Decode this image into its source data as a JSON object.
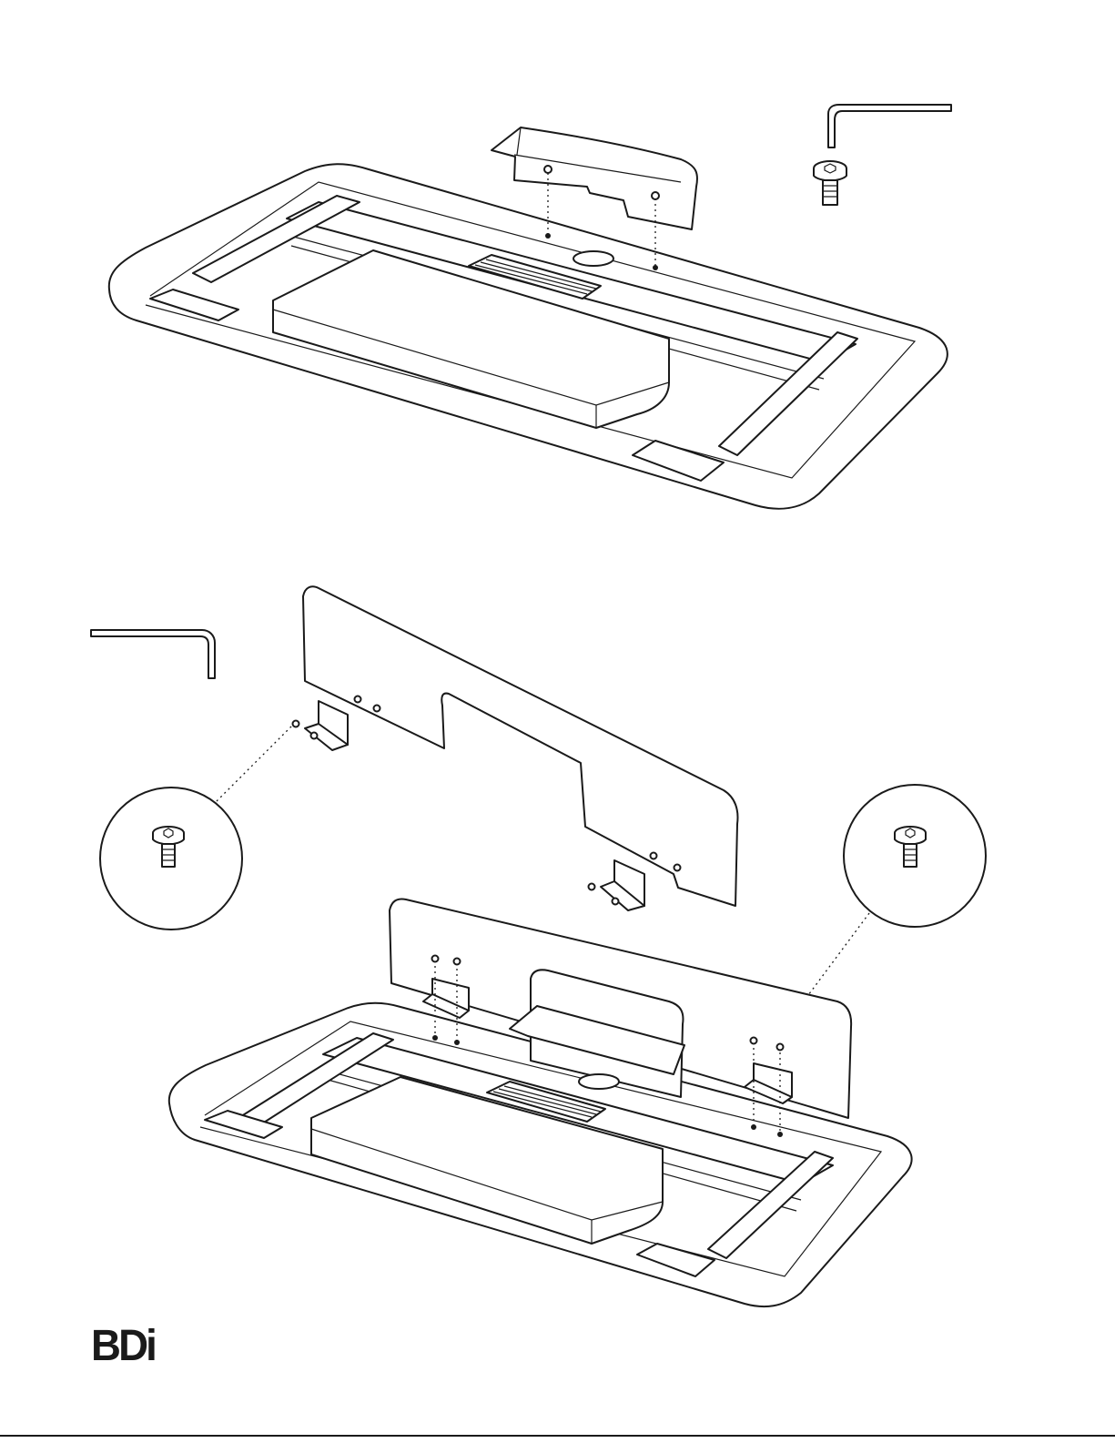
{
  "footer": {
    "brand_logo": "BDi"
  },
  "figures": [
    {
      "id": "step-a",
      "parts": [
        "desk-frame-top-view",
        "cable-tray-cover",
        "hex-key",
        "hex-bolt"
      ]
    },
    {
      "id": "step-b",
      "parts": [
        "rear-privacy-panel",
        "mounting-bracket",
        "hex-key",
        "hex-bolt-detail-left",
        "hex-bolt-detail-right",
        "desk-frame-top-view"
      ]
    }
  ],
  "colors": {
    "line": "#1a1a1a",
    "paper": "#ffffff"
  }
}
